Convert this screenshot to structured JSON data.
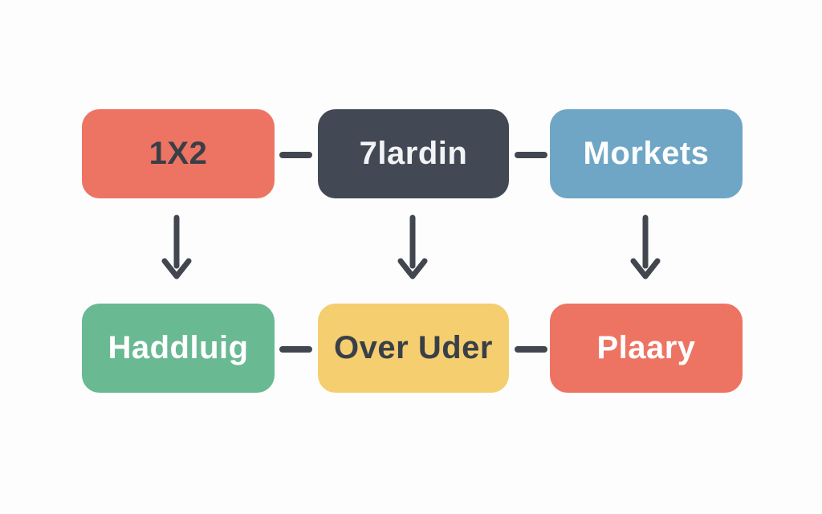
{
  "diagram": {
    "background_color": "#fdfdfd",
    "connector_color": "#42474F",
    "nodes": [
      {
        "label": "1X2",
        "bg": "#ED7462",
        "fg": "#3A3F47",
        "row": 1,
        "col": 1
      },
      {
        "label": "7lardin",
        "bg": "#424854",
        "fg": "#F2F3F5",
        "row": 1,
        "col": 2
      },
      {
        "label": "Morkets",
        "bg": "#6FA6C6",
        "fg": "#FFFFFF",
        "row": 1,
        "col": 3
      },
      {
        "label": "Haddluig",
        "bg": "#69B993",
        "fg": "#FFFFFF",
        "row": 2,
        "col": 1
      },
      {
        "label": "Over Uder",
        "bg": "#F5CE70",
        "fg": "#3A3F47",
        "row": 2,
        "col": 2
      },
      {
        "label": "Plaary",
        "bg": "#ED7462",
        "fg": "#FFFFFF",
        "row": 2,
        "col": 3
      }
    ],
    "horizontal_links": [
      {
        "from": "1X2",
        "to": "7lardin"
      },
      {
        "from": "7lardin",
        "to": "Morkets"
      },
      {
        "from": "Haddluig",
        "to": "Over Uder"
      },
      {
        "from": "Over Uder",
        "to": "Plaary"
      }
    ],
    "vertical_arrows": [
      {
        "from": "1X2",
        "to": "Haddluig"
      },
      {
        "from": "7lardin",
        "to": "Over Uder"
      },
      {
        "from": "Morkets",
        "to": "Plaary"
      }
    ]
  }
}
